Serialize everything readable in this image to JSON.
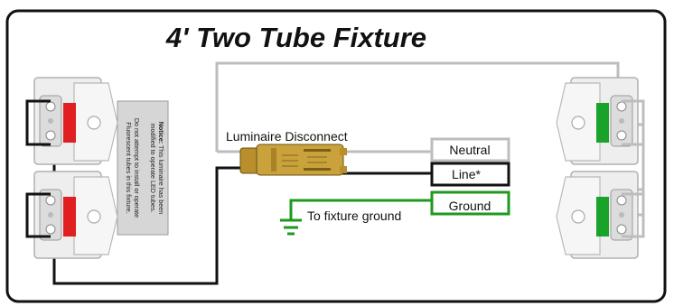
{
  "title": "4' Two Tube Fixture",
  "disconnect_label": "Luminaire Disconnect",
  "terminals": {
    "neutral": "Neutral",
    "line": "Line*",
    "ground": "Ground"
  },
  "ground_label": "To fixture ground",
  "notice": {
    "heading": "Notice:",
    "line1_rest": " This luminaire has been",
    "line2": "modified to operate LED tubes.",
    "line3": "Do not attempt to install or operate",
    "line4": "Fluorescent tubes in this fixture."
  },
  "colors": {
    "line_wire": "#111111",
    "neutral_wire": "#bdbdbd",
    "ground_wire": "#1e9a1e",
    "left_socket_marker": "#e02020",
    "right_socket_marker": "#1aa32a",
    "disconnect_body": "#c9a23c",
    "frame": "#111111"
  }
}
